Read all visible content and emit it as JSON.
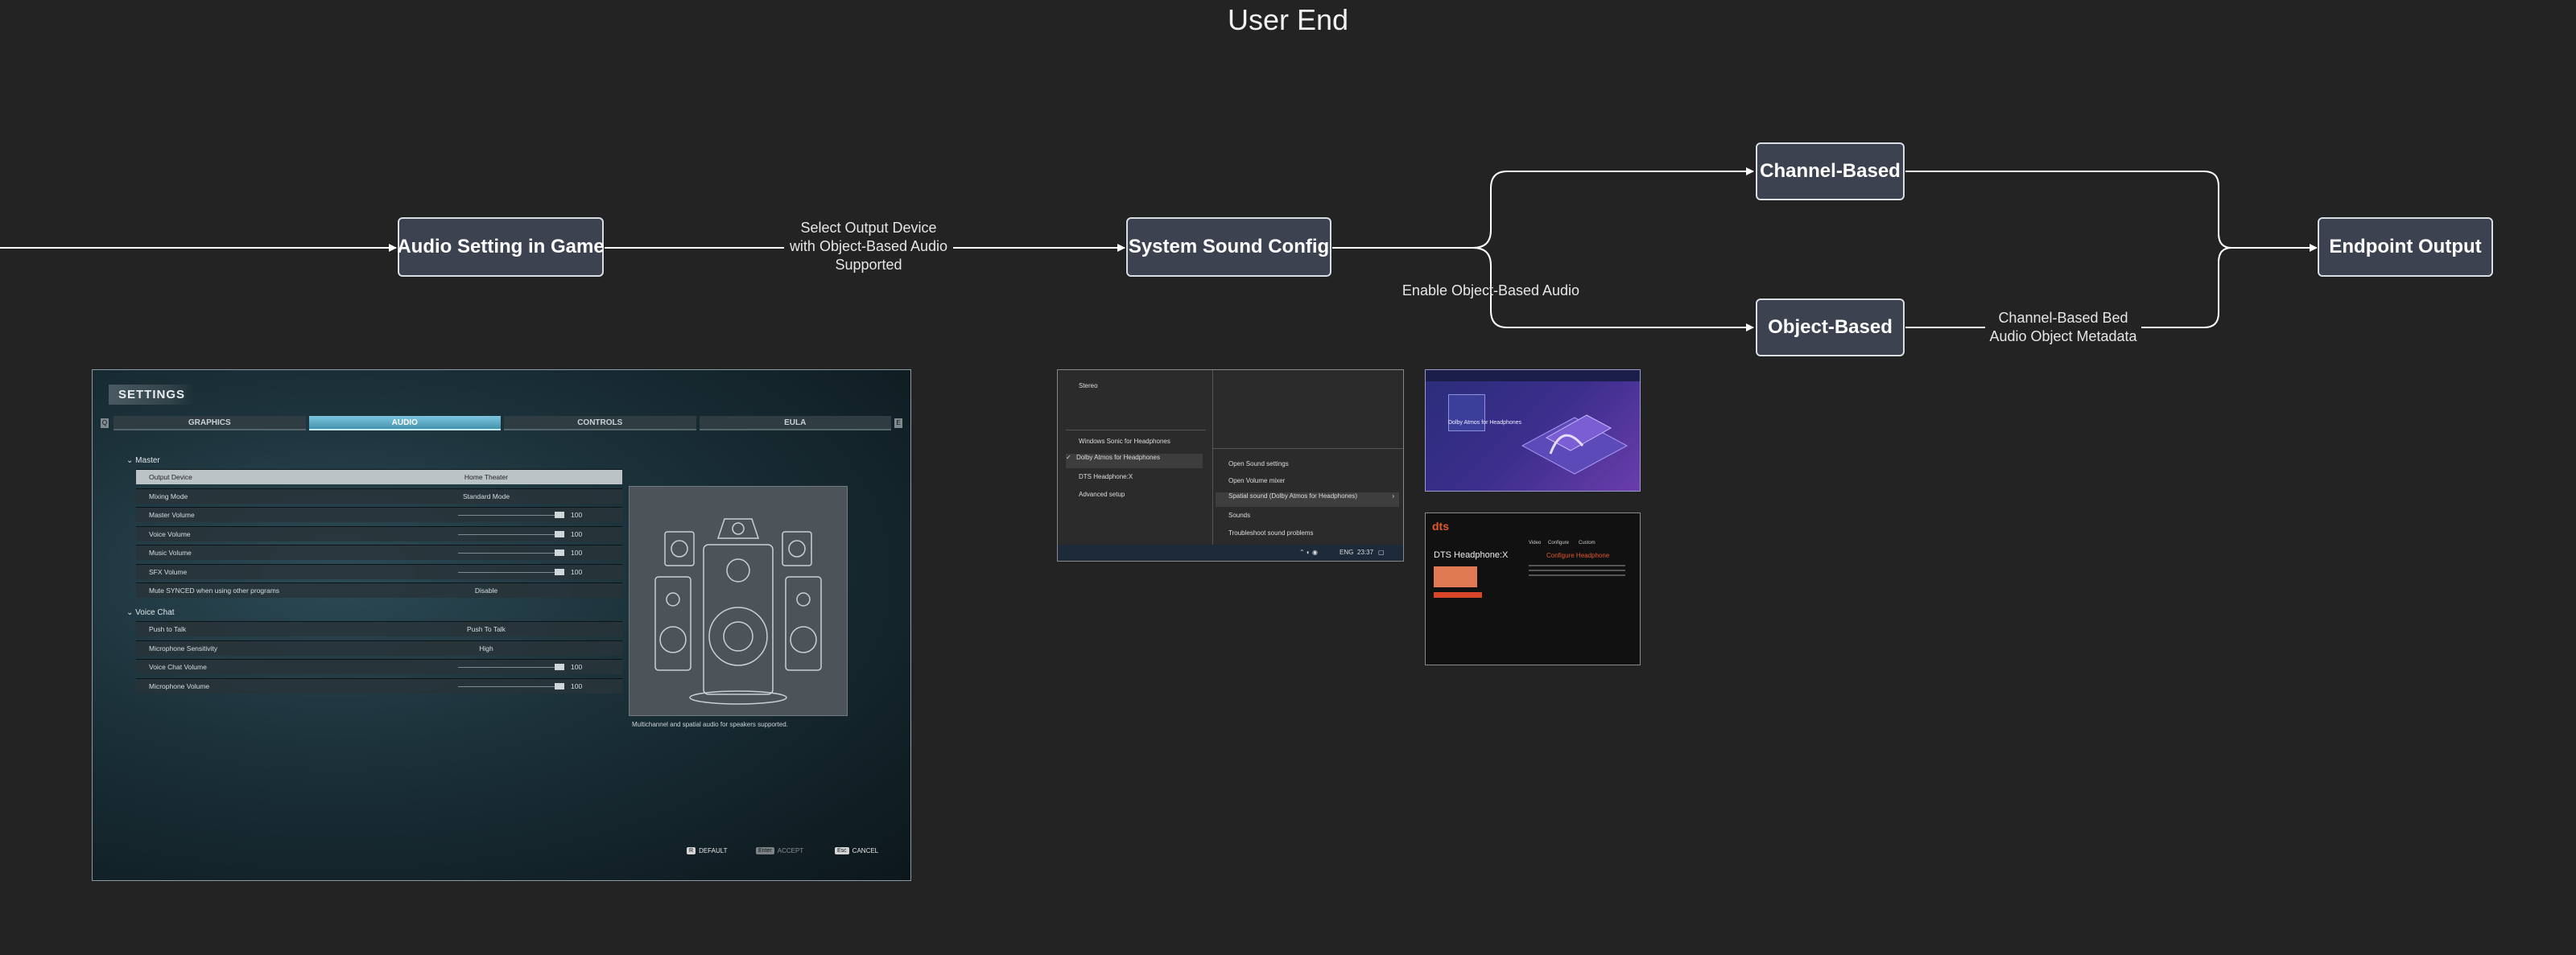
{
  "diagram": {
    "title": "User End",
    "nodes": {
      "audio_setting": "Audio Setting in Game",
      "system_sound": "System Sound Config",
      "channel_based": "Channel-Based",
      "object_based": "Object-Based",
      "endpoint": "Endpoint Output"
    },
    "edge_labels": {
      "select_device": [
        "Select Output Device",
        "with Object-Based Audio",
        "Supported"
      ],
      "enable_object": "Enable Object-Based Audio",
      "bed_metadata": [
        "Channel-Based Bed",
        "Audio Object Metadata"
      ]
    },
    "colors": {
      "background": "#232323",
      "node_fill": "#3c4250",
      "node_border": "#d9dde4",
      "line": "#ffffff"
    }
  },
  "game_settings": {
    "header": "SETTINGS",
    "tabs": [
      "GRAPHICS",
      "AUDIO",
      "CONTROLS",
      "EULA"
    ],
    "active_tab": "AUDIO",
    "sections": [
      {
        "title": "Master",
        "rows": [
          {
            "label": "Output Device",
            "value": "Home Theater",
            "kind": "select",
            "selected": true
          },
          {
            "label": "Mixing Mode",
            "value": "Standard Mode",
            "kind": "select"
          },
          {
            "label": "Master Volume",
            "value": "100",
            "kind": "slider"
          },
          {
            "label": "Voice Volume",
            "value": "100",
            "kind": "slider"
          },
          {
            "label": "Music Volume",
            "value": "100",
            "kind": "slider"
          },
          {
            "label": "SFX Volume",
            "value": "100",
            "kind": "slider"
          },
          {
            "label": "Mute SYNCED when using other programs",
            "value": "Disable",
            "kind": "select"
          }
        ]
      },
      {
        "title": "Voice Chat",
        "rows": [
          {
            "label": "Push to Talk",
            "value": "Push To Talk",
            "kind": "select"
          },
          {
            "label": "Microphone Sensitivity",
            "value": "High",
            "kind": "select"
          },
          {
            "label": "Voice Chat Volume",
            "value": "100",
            "kind": "slider"
          },
          {
            "label": "Microphone Volume",
            "value": "100",
            "kind": "slider"
          }
        ]
      }
    ],
    "speaker_caption": "Multichannel and spatial audio for speakers supported.",
    "buttons": [
      {
        "key": "R",
        "label": "DEFAULT"
      },
      {
        "key": "Enter",
        "label": "ACCEPT"
      },
      {
        "key": "Esc",
        "label": "CANCEL"
      }
    ]
  },
  "windows_menu": {
    "left_items": [
      "Stereo",
      "Windows Sonic for Headphones",
      "Dolby Atmos for Headphones",
      "DTS Headphone:X",
      "Advanced setup"
    ],
    "checked_item": "Dolby Atmos for Headphones",
    "right_items": [
      "Open Sound settings",
      "Open Volume mixer",
      "Spatial sound (Dolby Atmos for Headphones)",
      "Sounds",
      "Troubleshoot sound problems"
    ],
    "taskbar": {
      "lang": "ENG",
      "time": "23:37"
    }
  },
  "dolby_app": {
    "title": "Dolby Atmos for Headphones"
  },
  "dts_app": {
    "brand": "dts",
    "title": "DTS Headphone:X",
    "subtitle": "Configure Headphone",
    "tabs": [
      "Video",
      "Configure",
      "Custom"
    ]
  }
}
